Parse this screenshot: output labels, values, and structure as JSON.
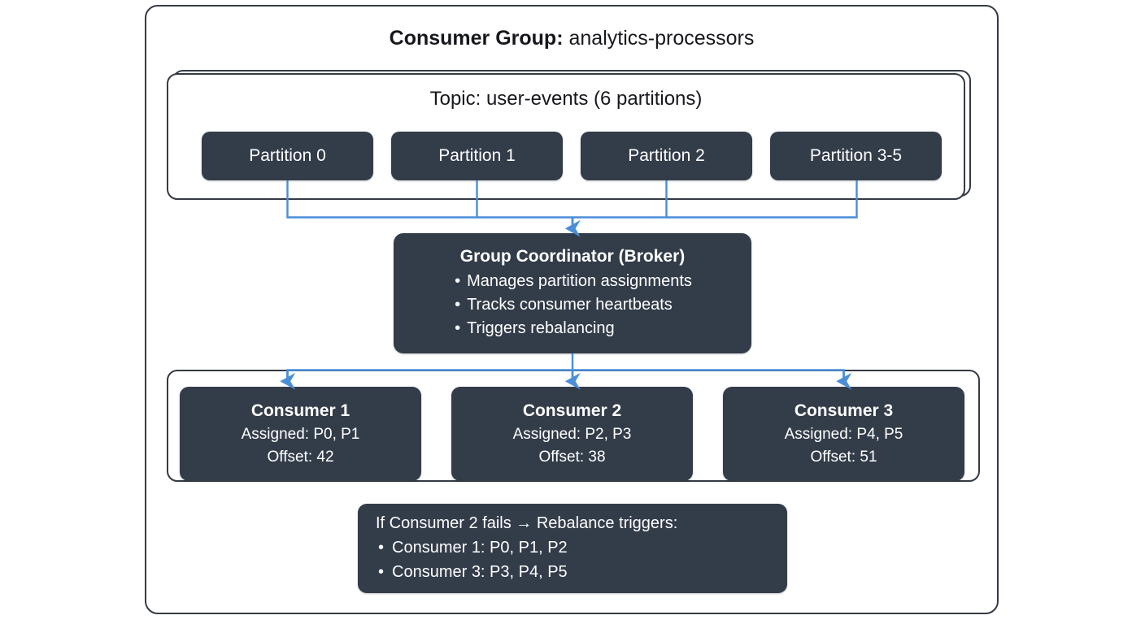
{
  "diagram": {
    "title_key": "Consumer Group:",
    "title_value": "analytics-processors",
    "accent_color": "#4a8ed8",
    "card_color": "#333c49",
    "border_color": "#353a45"
  },
  "topic": {
    "label": "Topic: user-events (6 partitions)",
    "partitions": [
      {
        "label": "Partition 0"
      },
      {
        "label": "Partition 1"
      },
      {
        "label": "Partition 2"
      },
      {
        "label": "Partition 3-5"
      }
    ]
  },
  "coordinator": {
    "title": "Group Coordinator (Broker)",
    "bullets": [
      "Manages partition assignments",
      "Tracks consumer heartbeats",
      "Triggers rebalancing"
    ]
  },
  "consumers": [
    {
      "title": "Consumer 1",
      "assigned": "Assigned: P0, P1",
      "offset": "Offset: 42"
    },
    {
      "title": "Consumer 2",
      "assigned": "Assigned: P2, P3",
      "offset": "Offset: 38"
    },
    {
      "title": "Consumer 3",
      "assigned": "Assigned: P4, P5",
      "offset": "Offset: 51"
    }
  ],
  "rebalance": {
    "title": "If Consumer 2 fails → Rebalance triggers:",
    "bullets": [
      "Consumer 1: P0, P1, P2",
      "Consumer 3: P3, P4, P5"
    ]
  }
}
